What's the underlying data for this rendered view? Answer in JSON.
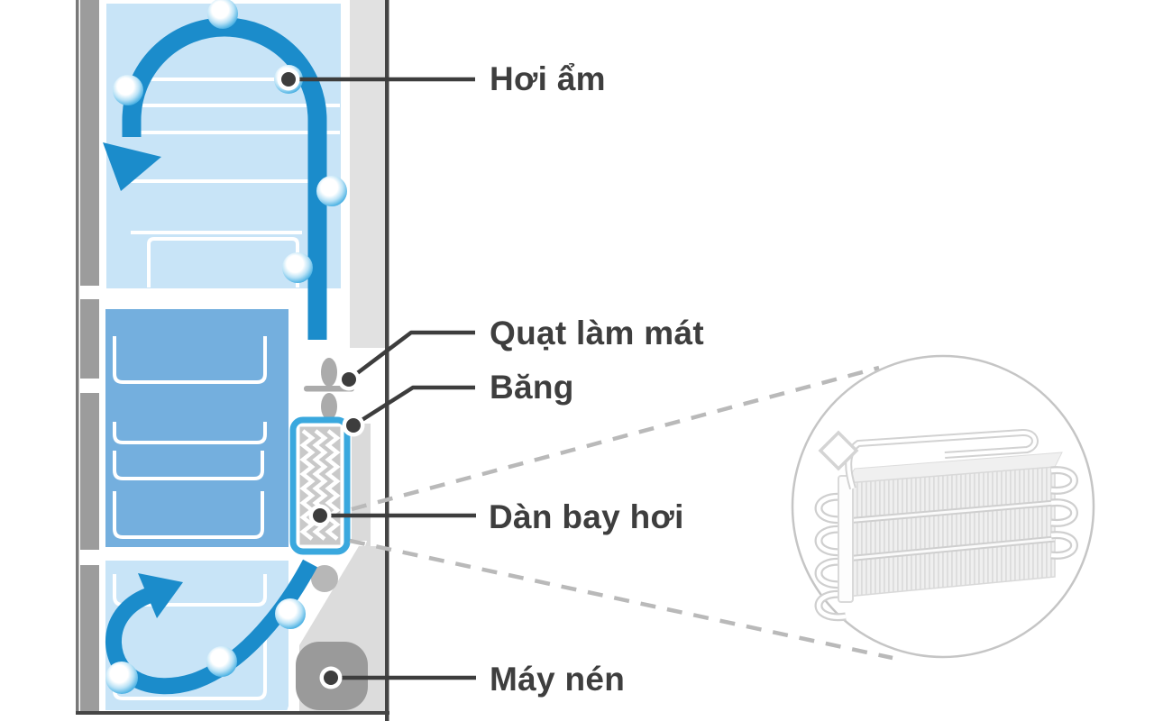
{
  "figure": {
    "type": "refrigerator-cooling-airflow-diagram",
    "labels": {
      "moisture": "Hơi ẩm",
      "cooling_fan": "Quạt làm mát",
      "ice": "Băng",
      "evaporator": "Dàn bay hơi",
      "compressor": "Máy nén"
    },
    "icons": [
      "airflow-arrow-icon",
      "moisture-bubble-icon",
      "cooling-fan-icon",
      "evaporator-coil-icon",
      "compressor-icon",
      "magnifier-circle-icon"
    ],
    "colors": {
      "arrow_blue": "#1b8ccb",
      "compartment_light_blue": "#c8e4f7",
      "compartment_mid_blue": "#74afde",
      "evaporator_border_blue": "#3aa8de",
      "door_gray": "#9c9c9c",
      "wall_gray": "#e1e1e1",
      "housing_gray": "#dcdcdc",
      "compressor_gray": "#9a9a9a",
      "callout_dark": "#3d3d3d",
      "dashed_gray": "#b9b9b9",
      "label_text": "#3e3e3e",
      "background": "#ffffff"
    }
  }
}
